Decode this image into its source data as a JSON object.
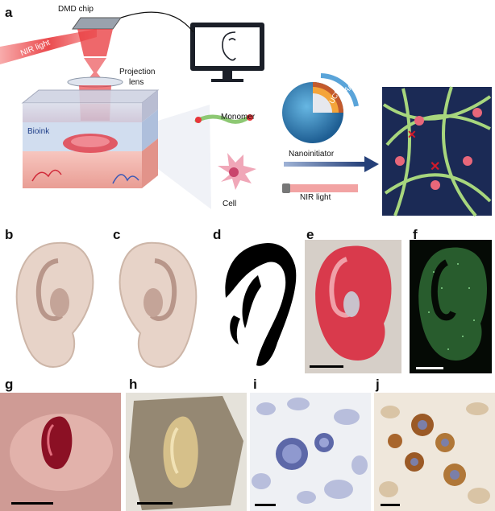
{
  "panel_a": {
    "letter": "a",
    "labels": {
      "dmd_chip": "DMD chip",
      "nir_light": "NIR light",
      "projection": "Projection",
      "lens": "lens",
      "bioink": "Bioink",
      "monomer": "Monomer",
      "cell": "Cell",
      "nanoinitiator": "Nanoinitiator",
      "nir_light_2": "NIR light",
      "lap": "LAP",
      "ucnp": "UCNP"
    }
  },
  "panels": {
    "b": "b",
    "c": "c",
    "d": "d",
    "e": "e",
    "f": "f",
    "g": "g",
    "h": "h",
    "i": "i",
    "j": "j"
  },
  "colors": {
    "laser_red": "#e8363a",
    "bioink_pink": "#f3b9b2",
    "ear_skin": "#e7d3c8",
    "fluorescence_green": "#6fd77a",
    "tissue_purple": "#4f5ca0",
    "tissue_brown": "#b07738"
  }
}
